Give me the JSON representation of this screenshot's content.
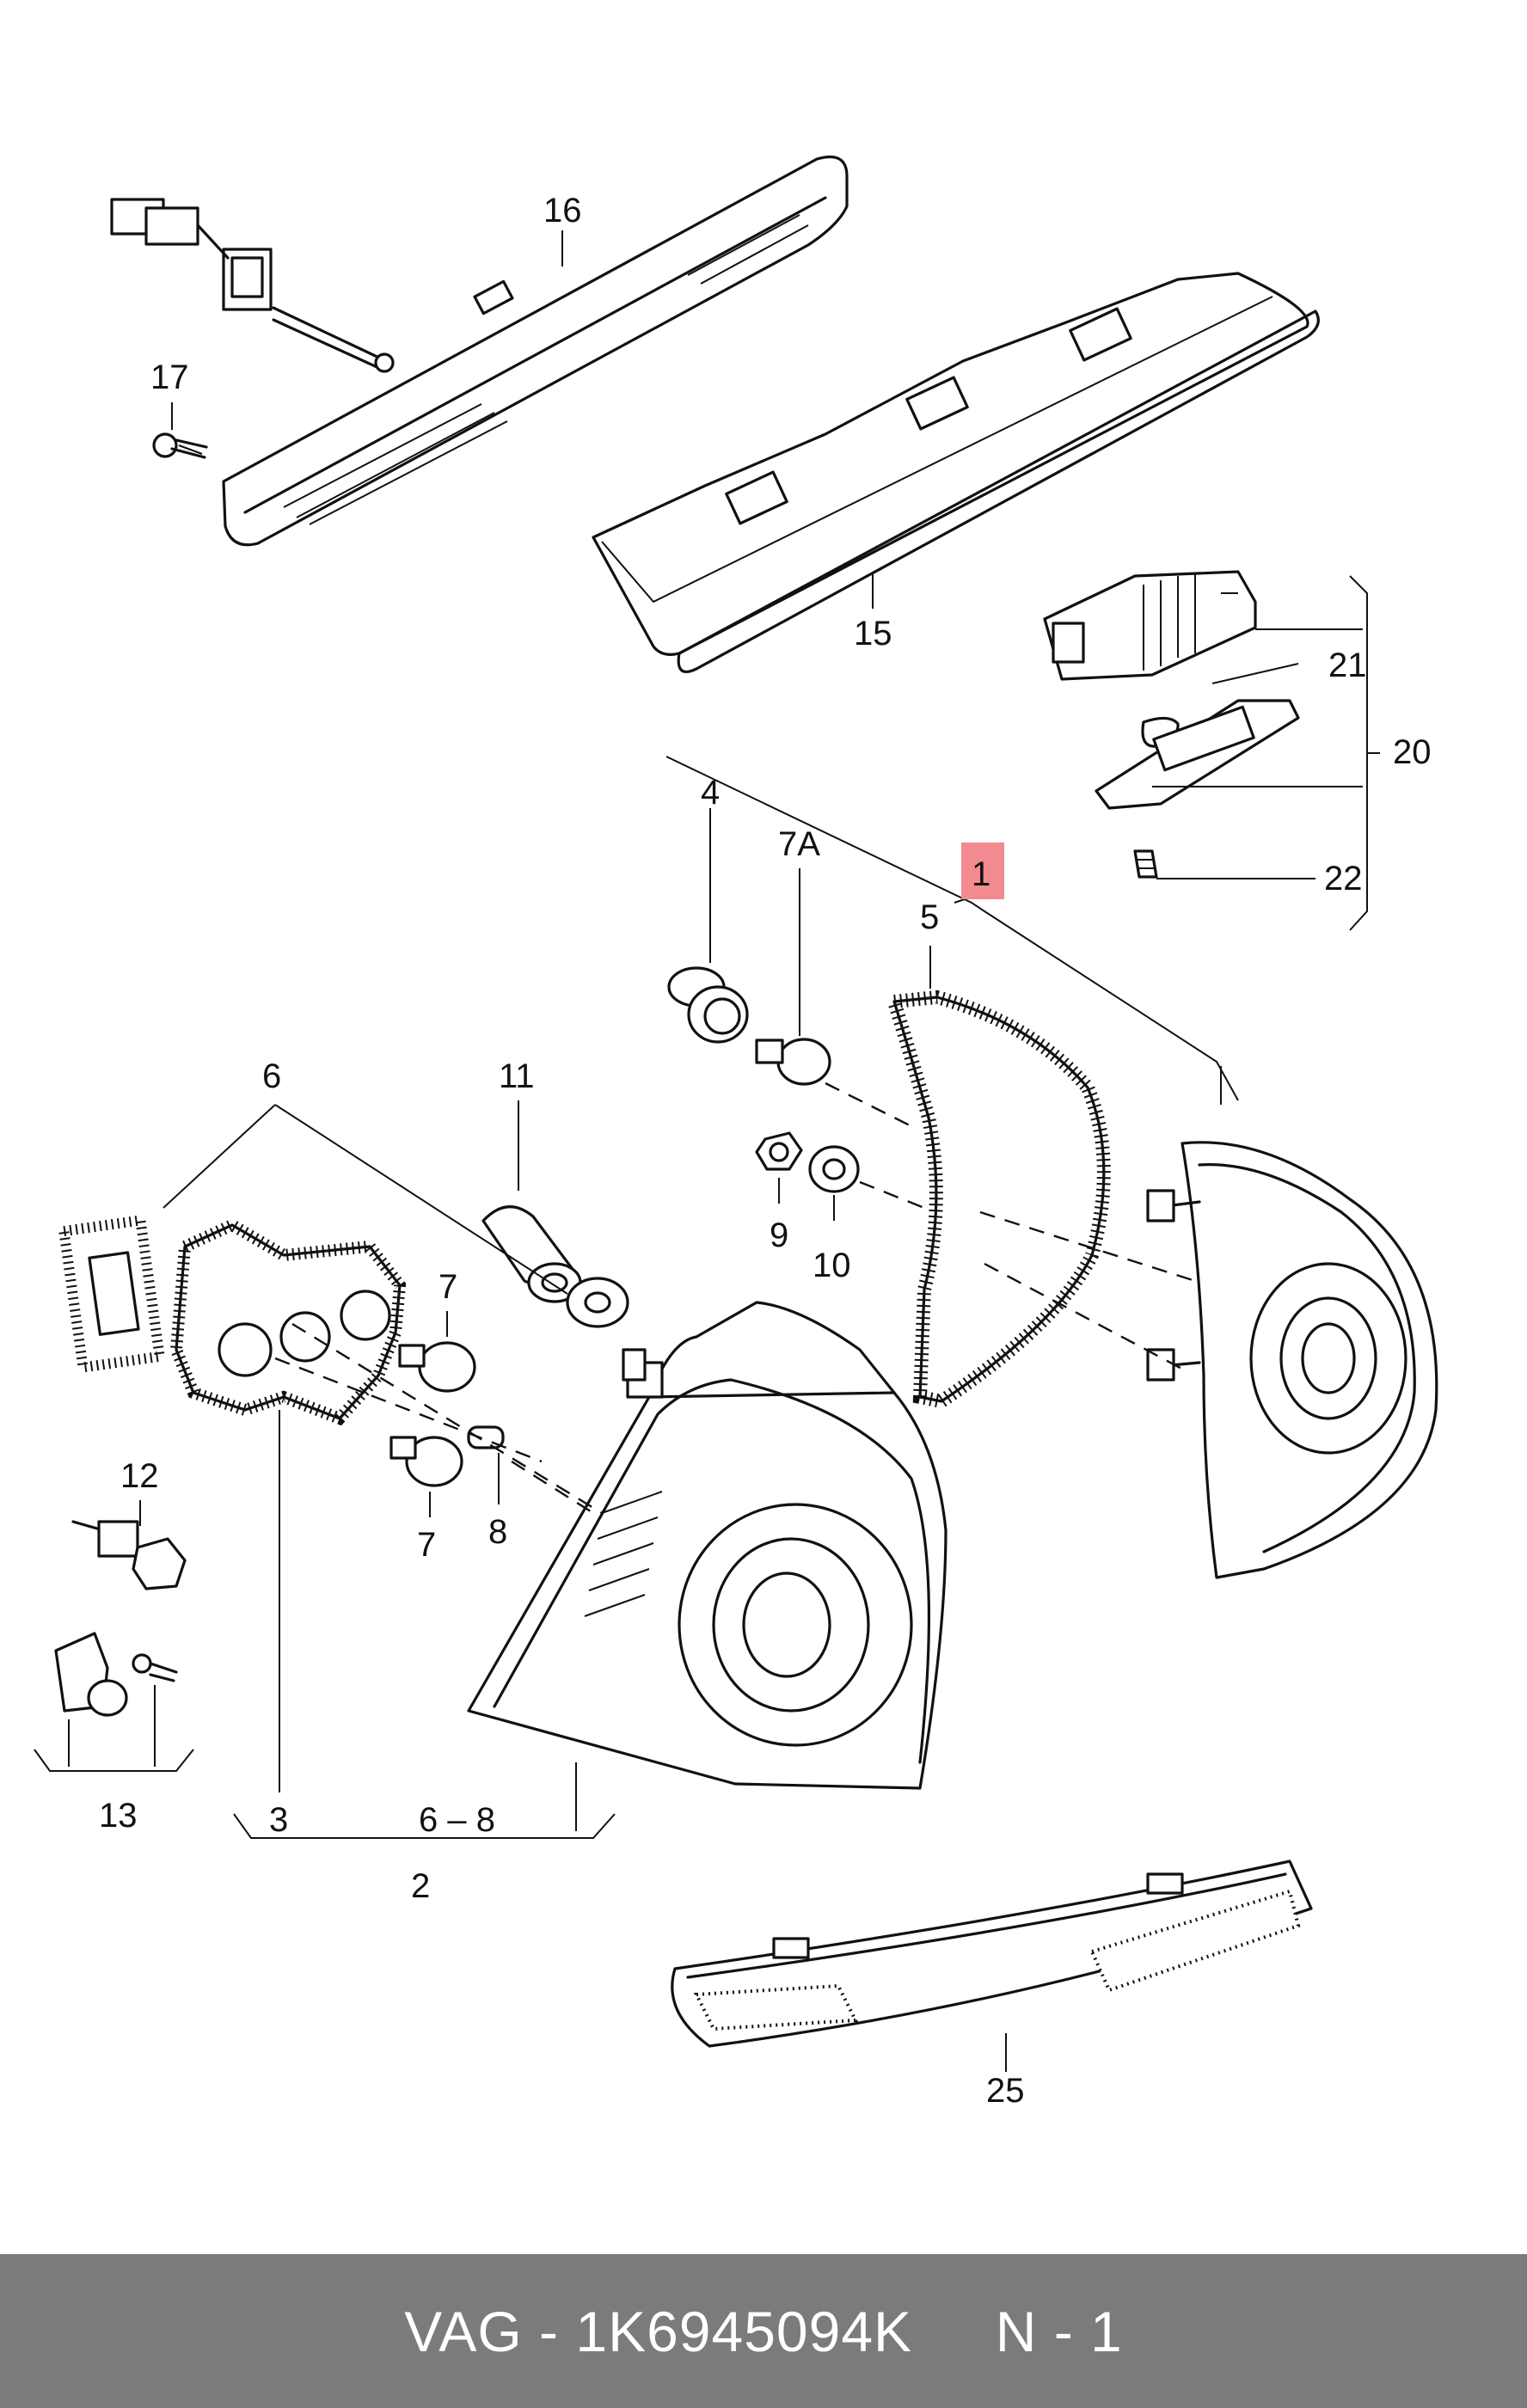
{
  "labels": {
    "l16": "16",
    "l17": "17",
    "l15": "15",
    "l21": "21",
    "l20": "20",
    "l22": "22",
    "l4": "4",
    "l7A": "7A",
    "l1": "1",
    "l5": "5",
    "l6": "6",
    "l11": "11",
    "l9": "9",
    "l10": "10",
    "l7a": "7",
    "l7b": "7",
    "l8": "8",
    "l12": "12",
    "l13": "13",
    "l3": "3",
    "l68": "6 – 8",
    "l2": "2",
    "l25": "25"
  },
  "highlight_color": "#f28b8f",
  "footer": {
    "text": "VAG - 1K6945094K     N - 1",
    "background": "#7b7b7b"
  }
}
